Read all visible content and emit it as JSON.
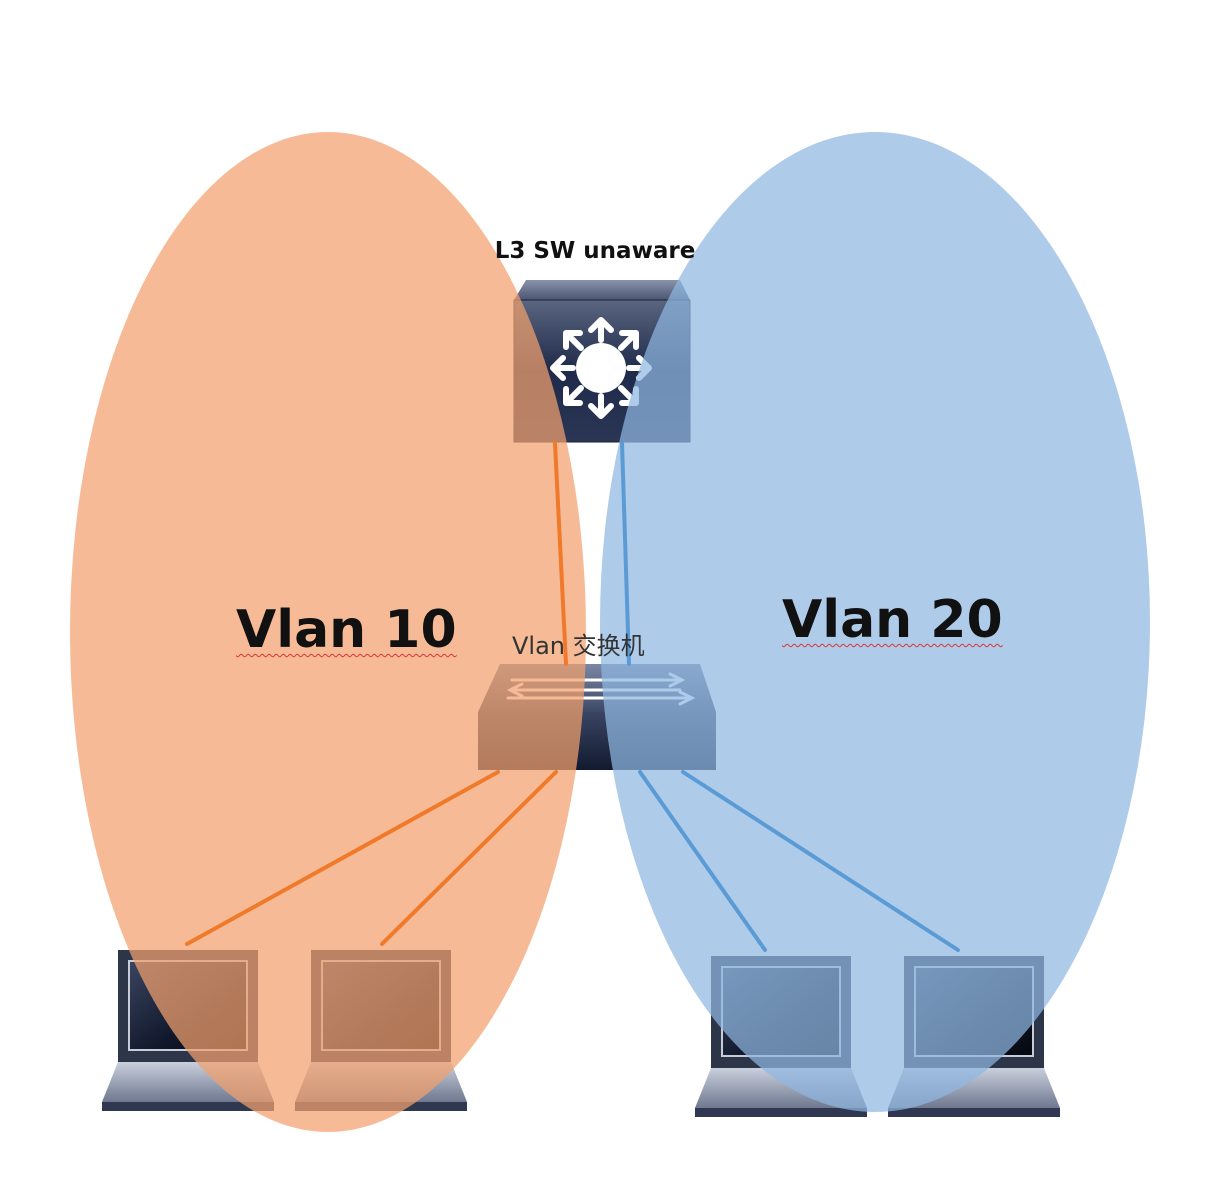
{
  "labels": {
    "l3_switch": "L3 SW unaware",
    "vlan10": "Vlan 10",
    "vlan20": "Vlan 20",
    "vlan_switch": "Vlan 交换机"
  },
  "zones": [
    {
      "name": "Vlan 10",
      "color": "#f3a16d"
    },
    {
      "name": "Vlan 20",
      "color": "#8fb7e0"
    }
  ],
  "devices": {
    "l3_switch": {
      "icon": "l3-switch-icon"
    },
    "access_switch": {
      "icon": "switch-icon"
    },
    "laptops": [
      {
        "icon": "laptop-icon",
        "vlan": "Vlan 10"
      },
      {
        "icon": "laptop-icon",
        "vlan": "Vlan 10"
      },
      {
        "icon": "laptop-icon",
        "vlan": "Vlan 20"
      },
      {
        "icon": "laptop-icon",
        "vlan": "Vlan 20"
      }
    ]
  },
  "link_colors": {
    "vlan10": "#f07a2a",
    "vlan20": "#5b9bd5"
  }
}
